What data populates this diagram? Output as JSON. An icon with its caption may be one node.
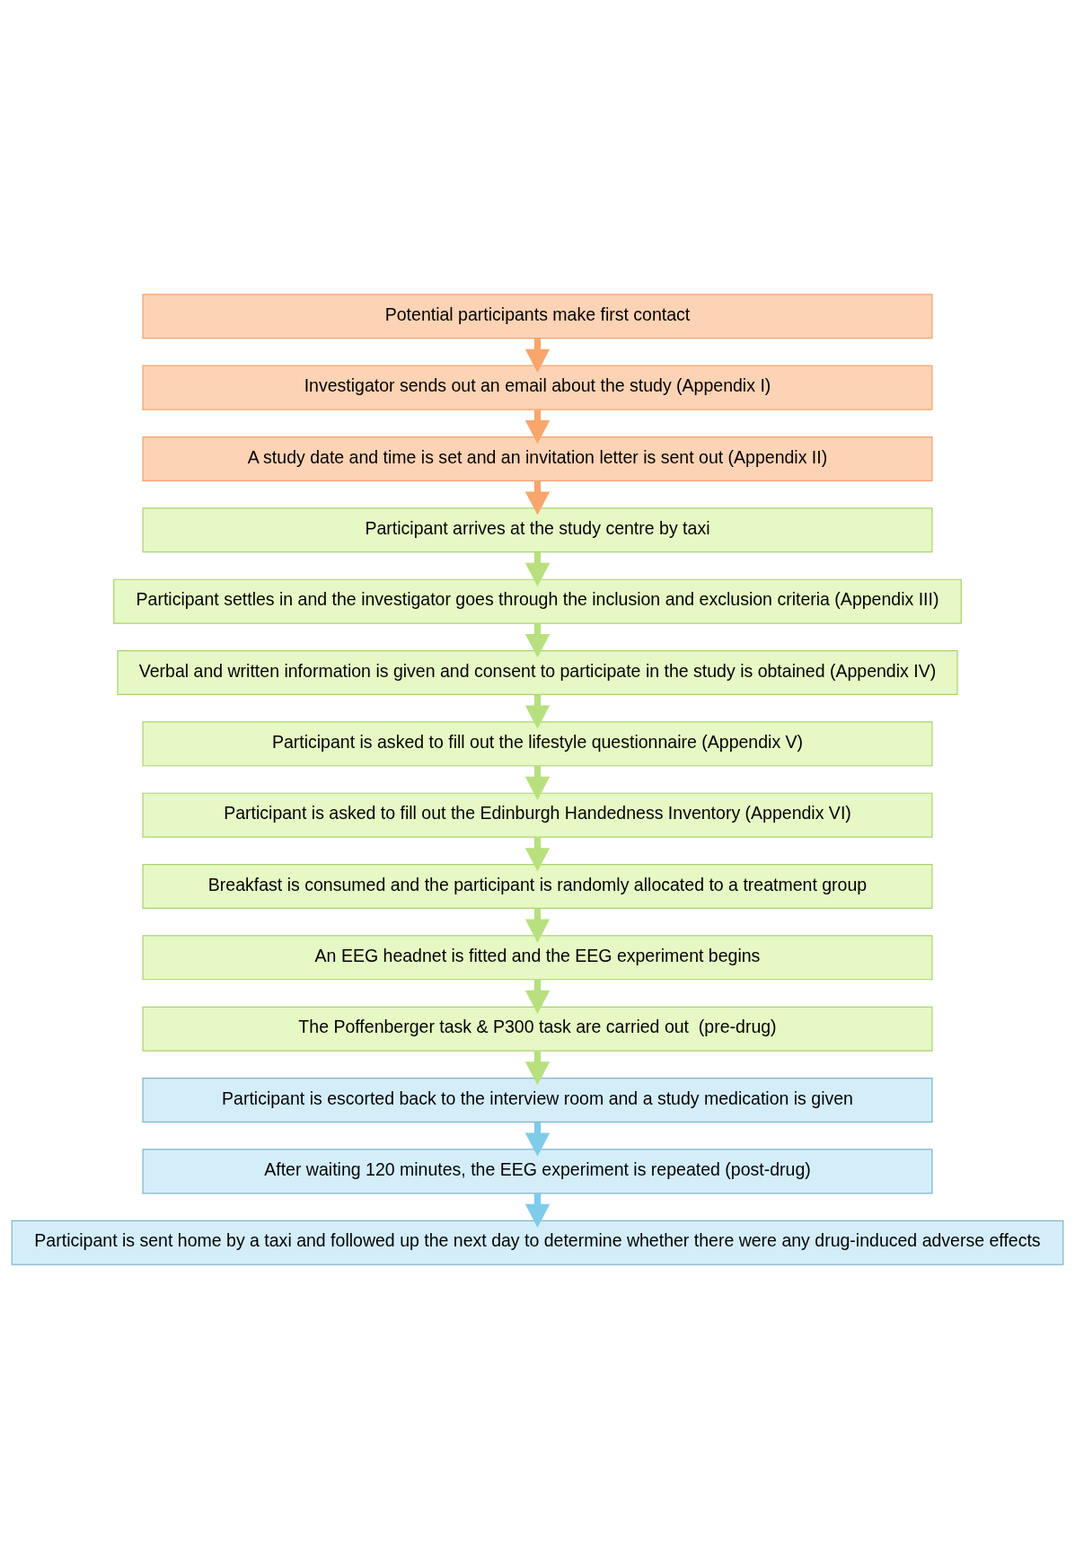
{
  "diagram": {
    "nodes": [
      {
        "text": [
          "Potential participants make first contact"
        ]
      },
      {
        "text": [
          "Investigator sends out an email about the study (Appendix I)"
        ]
      },
      {
        "text": [
          "A study date and time is set and an invitation letter is sent out (Appendix II)"
        ]
      },
      {
        "text": [
          "Participant arrives at the study centre by taxi"
        ]
      },
      {
        "text": [
          "Participant settles in and the investigator goes through the inclusion and exclusion criteria (Appendix III)"
        ]
      },
      {
        "text": [
          "Verbal and written information is given and consent to participate in the study is obtained (Appendix IV)"
        ]
      },
      {
        "text": [
          "Participant is asked to fill out the lifestyle questionnaire (Appendix V)"
        ]
      },
      {
        "text": [
          "Participant is asked to fill out the Edinburgh Handedness Inventory (Appendix VI)"
        ]
      },
      {
        "text": [
          "Breakfast is consumed and the participant is randomly allocated to a treatment group"
        ]
      },
      {
        "text": [
          "An EEG headnet is fitted and the EEG experiment begins"
        ]
      },
      {
        "text": [
          "The Poffenberger task & P300 task are carried out  (pre-drug)"
        ]
      },
      {
        "text": [
          "Participant is escorted back to the interview room and a study medication is given"
        ]
      },
      {
        "text": [
          "After waiting 120 minutes, the EEG experiment is repeated (post-drug)"
        ]
      },
      {
        "text": [
          "Participant is sent home by a taxi and followed up the next day to determine whether there were any drug-induced adverse effects"
        ]
      }
    ],
    "edges": [
      {
        "from": 0,
        "to": 1,
        "arrow": "to",
        "color": "#f9a66c"
      },
      {
        "from": 1,
        "to": 2,
        "arrow": "to",
        "color": "#f9a66c"
      },
      {
        "from": 2,
        "to": 3,
        "arrow": "to",
        "color": "#f9a66c"
      },
      {
        "from": 3,
        "to": 4,
        "arrow": "to"
      },
      {
        "from": 4,
        "to": 5,
        "arrow": "to"
      },
      {
        "from": 5,
        "to": 6,
        "arrow": "to"
      },
      {
        "from": 6,
        "to": 7,
        "arrow": "to"
      },
      {
        "from": 7,
        "to": 8,
        "arrow": "to"
      },
      {
        "from": 8,
        "to": 9,
        "arrow": "to"
      },
      {
        "from": 9,
        "to": 10,
        "arrow": "to"
      },
      {
        "from": 10,
        "to": 11,
        "arrow": "to"
      },
      {
        "from": 11,
        "to": 12,
        "arrow": "to",
        "color": "#7fcbea"
      },
      {
        "from": 12,
        "to": 13,
        "arrow": "to",
        "color": "#7fcbea"
      }
    ]
  }
}
